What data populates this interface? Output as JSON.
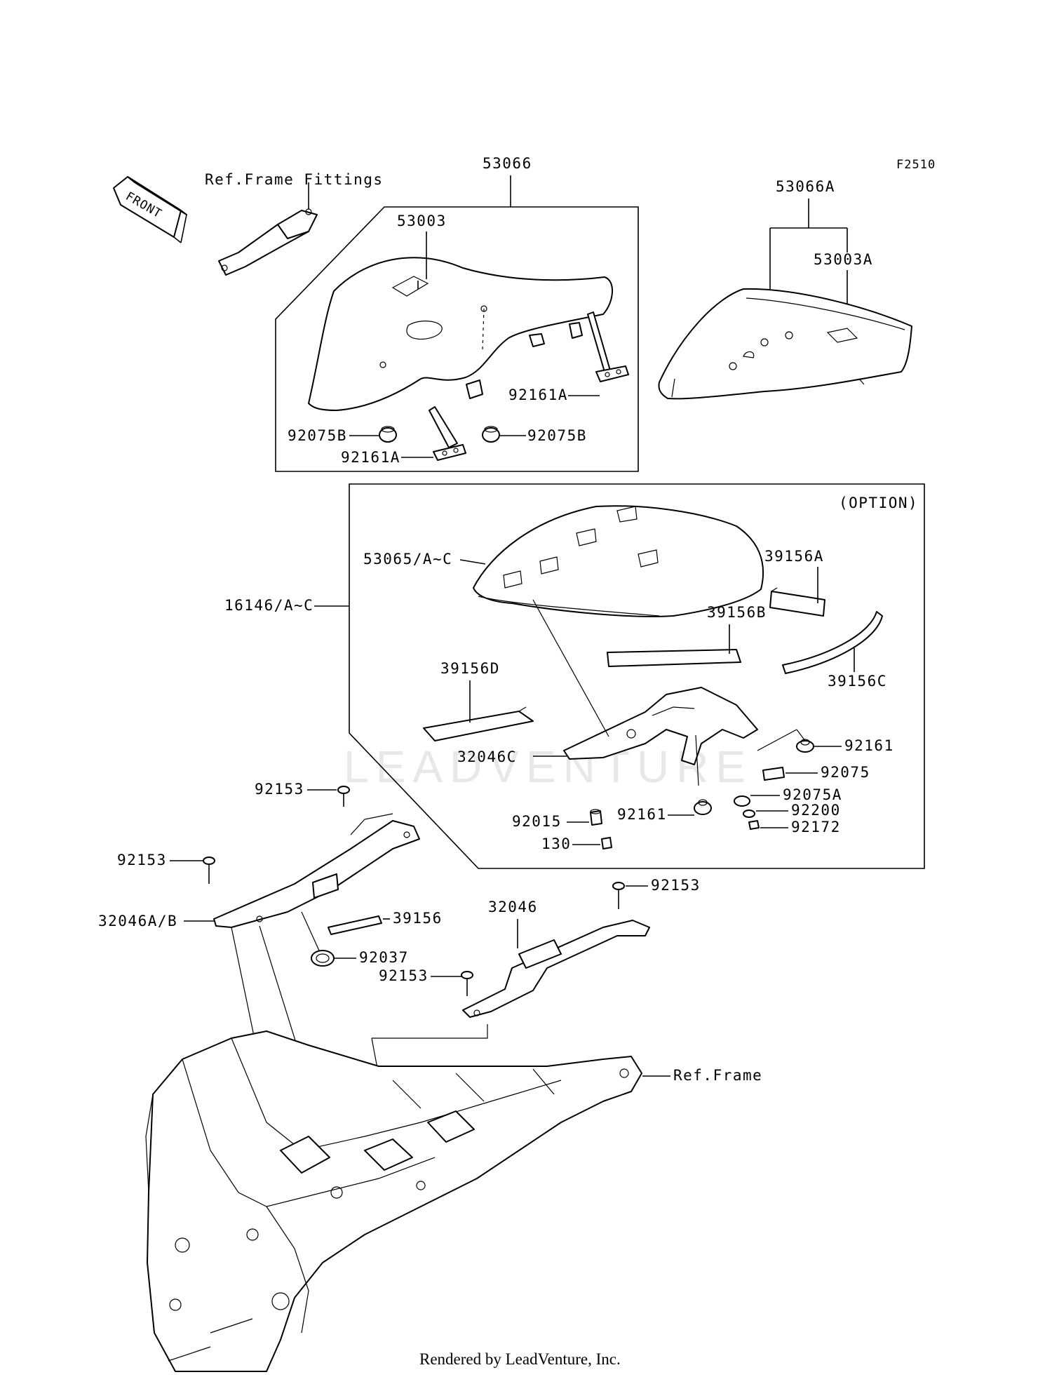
{
  "diagram_code": "F2510",
  "watermark": "LEADVENTURE",
  "footer": "Rendered by LeadVenture, Inc.",
  "front_arrow_label": "FRONT",
  "option_label": "(OPTION)",
  "refs": {
    "frame_fittings": "Ref.Frame Fittings",
    "frame": "Ref.Frame"
  },
  "parts": {
    "p53066": "53066",
    "p53003": "53003",
    "p53066A": "53066A",
    "p53003A": "53003A",
    "p92161A_1": "92161A",
    "p92161A_2": "92161A",
    "p92075B_1": "92075B",
    "p92075B_2": "92075B",
    "p53065": "53065/A~C",
    "p16146": "16146/A~C",
    "p39156A": "39156A",
    "p39156B": "39156B",
    "p39156C": "39156C",
    "p39156D": "39156D",
    "p32046C": "32046C",
    "p92161_1": "92161",
    "p92161_2": "92161",
    "p92075": "92075",
    "p92075A": "92075A",
    "p92200": "92200",
    "p92172": "92172",
    "p92015": "92015",
    "p130": "130",
    "p92153_1": "92153",
    "p92153_2": "92153",
    "p92153_3": "92153",
    "p92153_4": "92153",
    "p32046AB": "32046A/B",
    "p39156": "39156",
    "p92037": "92037",
    "p32046": "32046"
  }
}
